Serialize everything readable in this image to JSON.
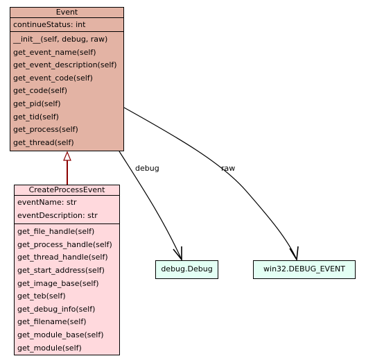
{
  "event_class": {
    "name": "Event",
    "attributes": [
      "continueStatus: int"
    ],
    "methods": [
      "__init__(self, debug, raw)",
      "get_event_name(self)",
      "get_event_description(self)",
      "get_event_code(self)",
      "get_code(self)",
      "get_pid(self)",
      "get_tid(self)",
      "get_process(self)",
      "get_thread(self)"
    ]
  },
  "create_process_event_class": {
    "name": "CreateProcessEvent",
    "attributes": [
      "eventName: str",
      "eventDescription: str"
    ],
    "methods": [
      "get_file_handle(self)",
      "get_process_handle(self)",
      "get_thread_handle(self)",
      "get_start_address(self)",
      "get_image_base(self)",
      "get_teb(self)",
      "get_debug_info(self)",
      "get_filename(self)",
      "get_module_base(self)",
      "get_module(self)"
    ]
  },
  "debug_node": {
    "name": "debug.Debug"
  },
  "win32_node": {
    "name": "win32.DEBUG_EVENT"
  },
  "edges": {
    "debug_label": "debug",
    "raw_label": "raw"
  },
  "colors": {
    "event_fill": "#e3b3a4",
    "subclass_fill": "#ffd9dd",
    "leaf_fill": "#e3fff4",
    "inheritance_line": "#8b0000"
  }
}
